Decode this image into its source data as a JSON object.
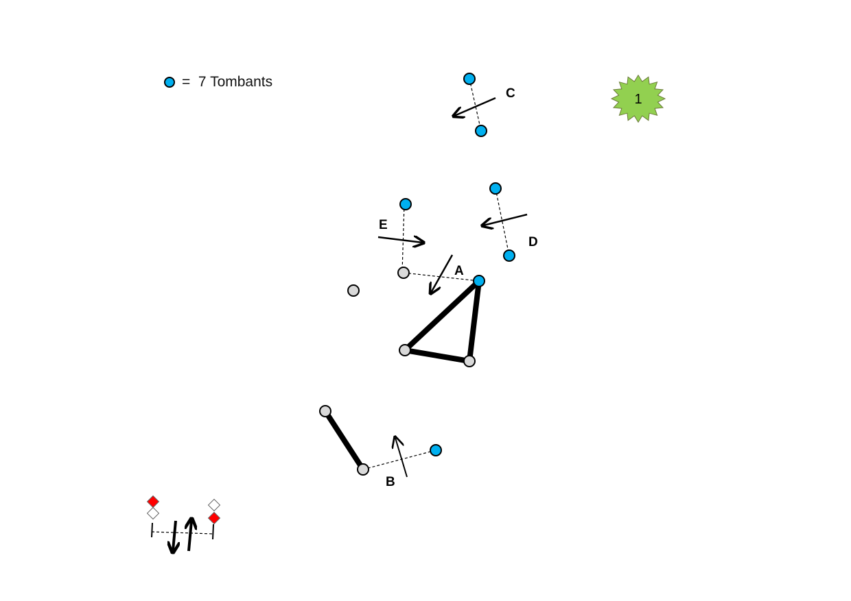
{
  "legend": {
    "symbol": "blue-circle",
    "text": "=  7 Tombants"
  },
  "badge": {
    "text": "1",
    "color": "#92d050"
  },
  "labels": {
    "a": "A",
    "b": "B",
    "c": "C",
    "d": "D",
    "e": "E"
  },
  "colors": {
    "player_blue": "#00b0f0",
    "player_grey": "#d9d9d9",
    "marker_red": "#ff0000",
    "line": "#000000"
  }
}
